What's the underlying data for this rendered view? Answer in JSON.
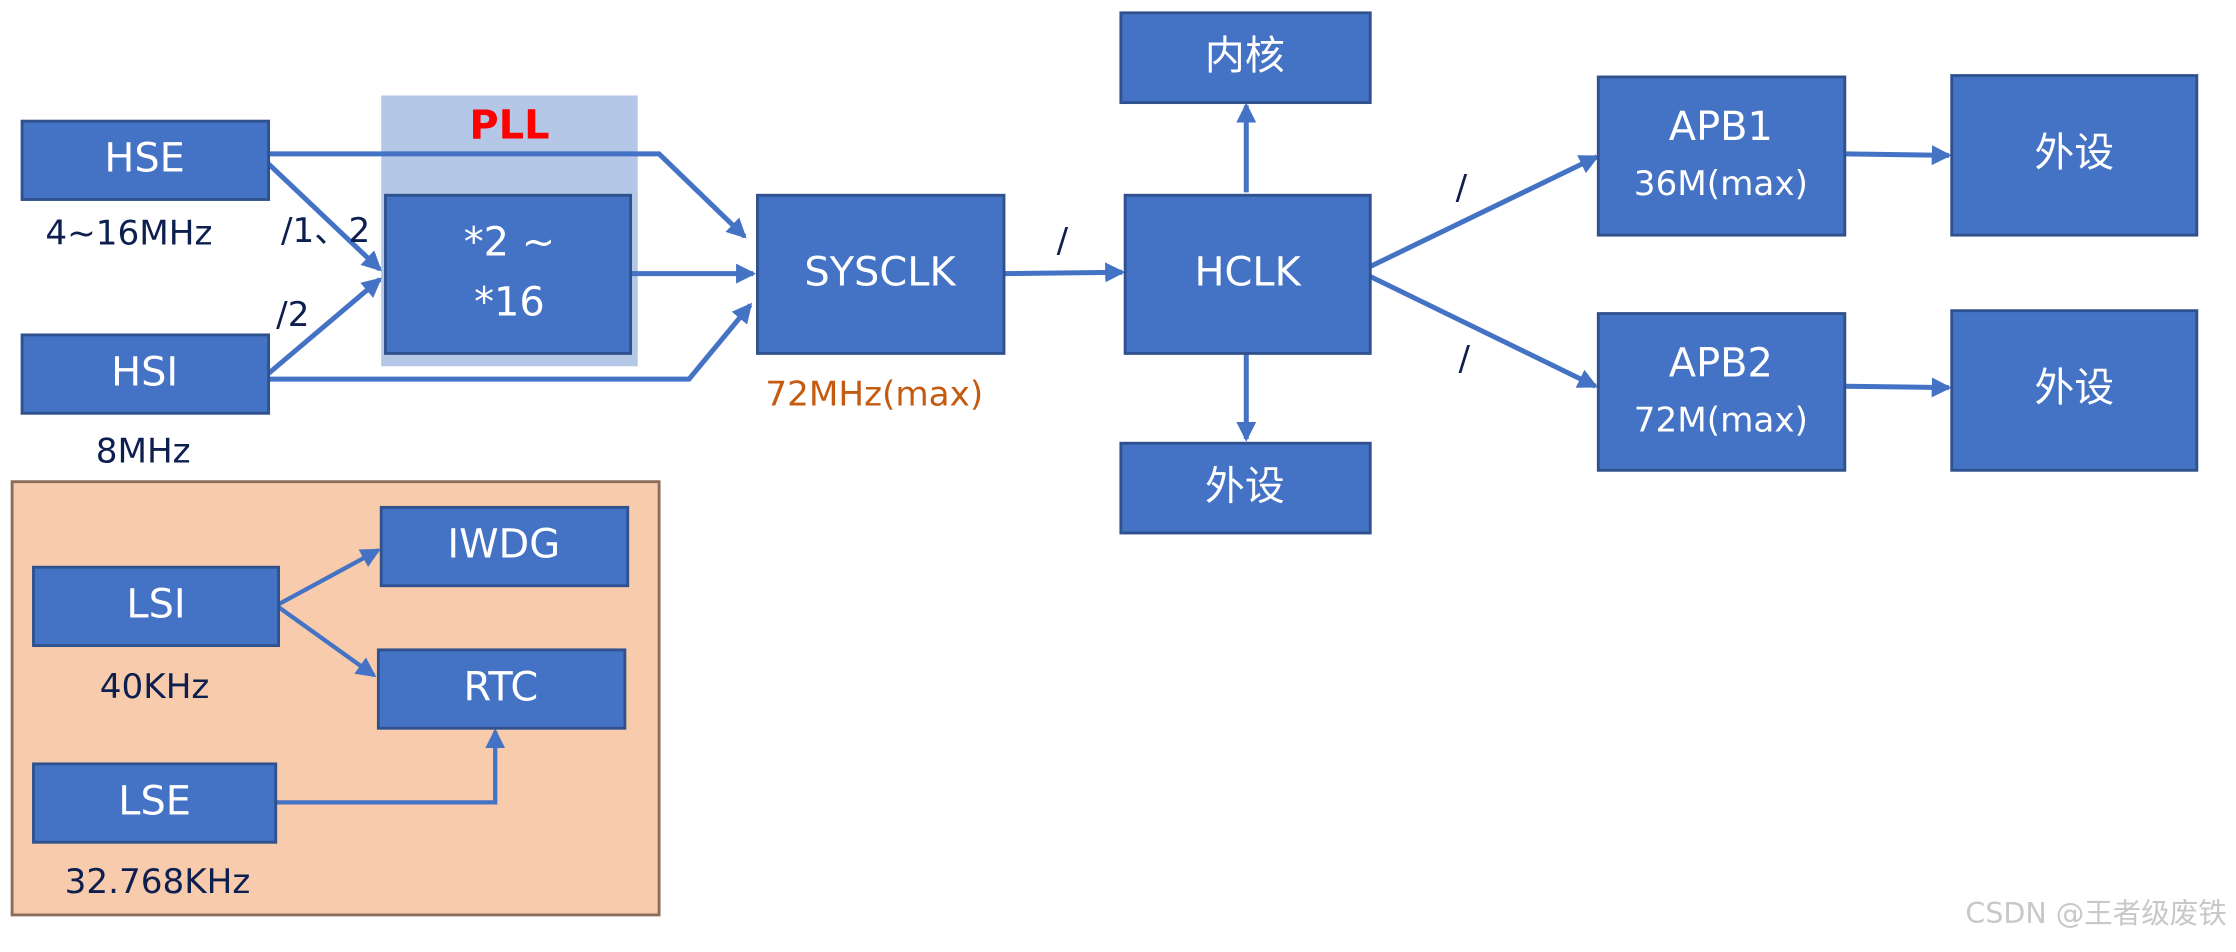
{
  "pll": {
    "title": "PLL",
    "line1": "*2 ~",
    "line2": "*16"
  },
  "hse": {
    "label": "HSE",
    "freq": "4~16MHz"
  },
  "hsi": {
    "label": "HSI",
    "freq": "8MHz"
  },
  "dividers": {
    "hse_div": "/1、2",
    "hsi_div": "/2",
    "sys_div": "/",
    "apb1_div": "/",
    "apb2_div": "/"
  },
  "sysclk": {
    "label": "SYSCLK",
    "freq": "72MHz(max)"
  },
  "hclk": {
    "label": "HCLK"
  },
  "core": {
    "label": "内核"
  },
  "hclk_periph": {
    "label": "外设"
  },
  "apb1": {
    "label": "APB1",
    "freq": "36M(max)",
    "periph": "外设"
  },
  "apb2": {
    "label": "APB2",
    "freq": "72M(max)",
    "periph": "外设"
  },
  "low_speed": {
    "lsi": {
      "label": "LSI",
      "freq": "40KHz"
    },
    "lse": {
      "label": "LSE",
      "freq": "32.768KHz"
    },
    "iwdg": {
      "label": "IWDG"
    },
    "rtc": {
      "label": "RTC"
    }
  },
  "watermark": "CSDN @王者级废铁",
  "colors": {
    "box": "#4472c4",
    "pll_bg": "#b4c7e7",
    "pll_title": "#ff0000",
    "sysclk_freq": "#c55a11",
    "low_speed_panel": "#f8cbad"
  }
}
